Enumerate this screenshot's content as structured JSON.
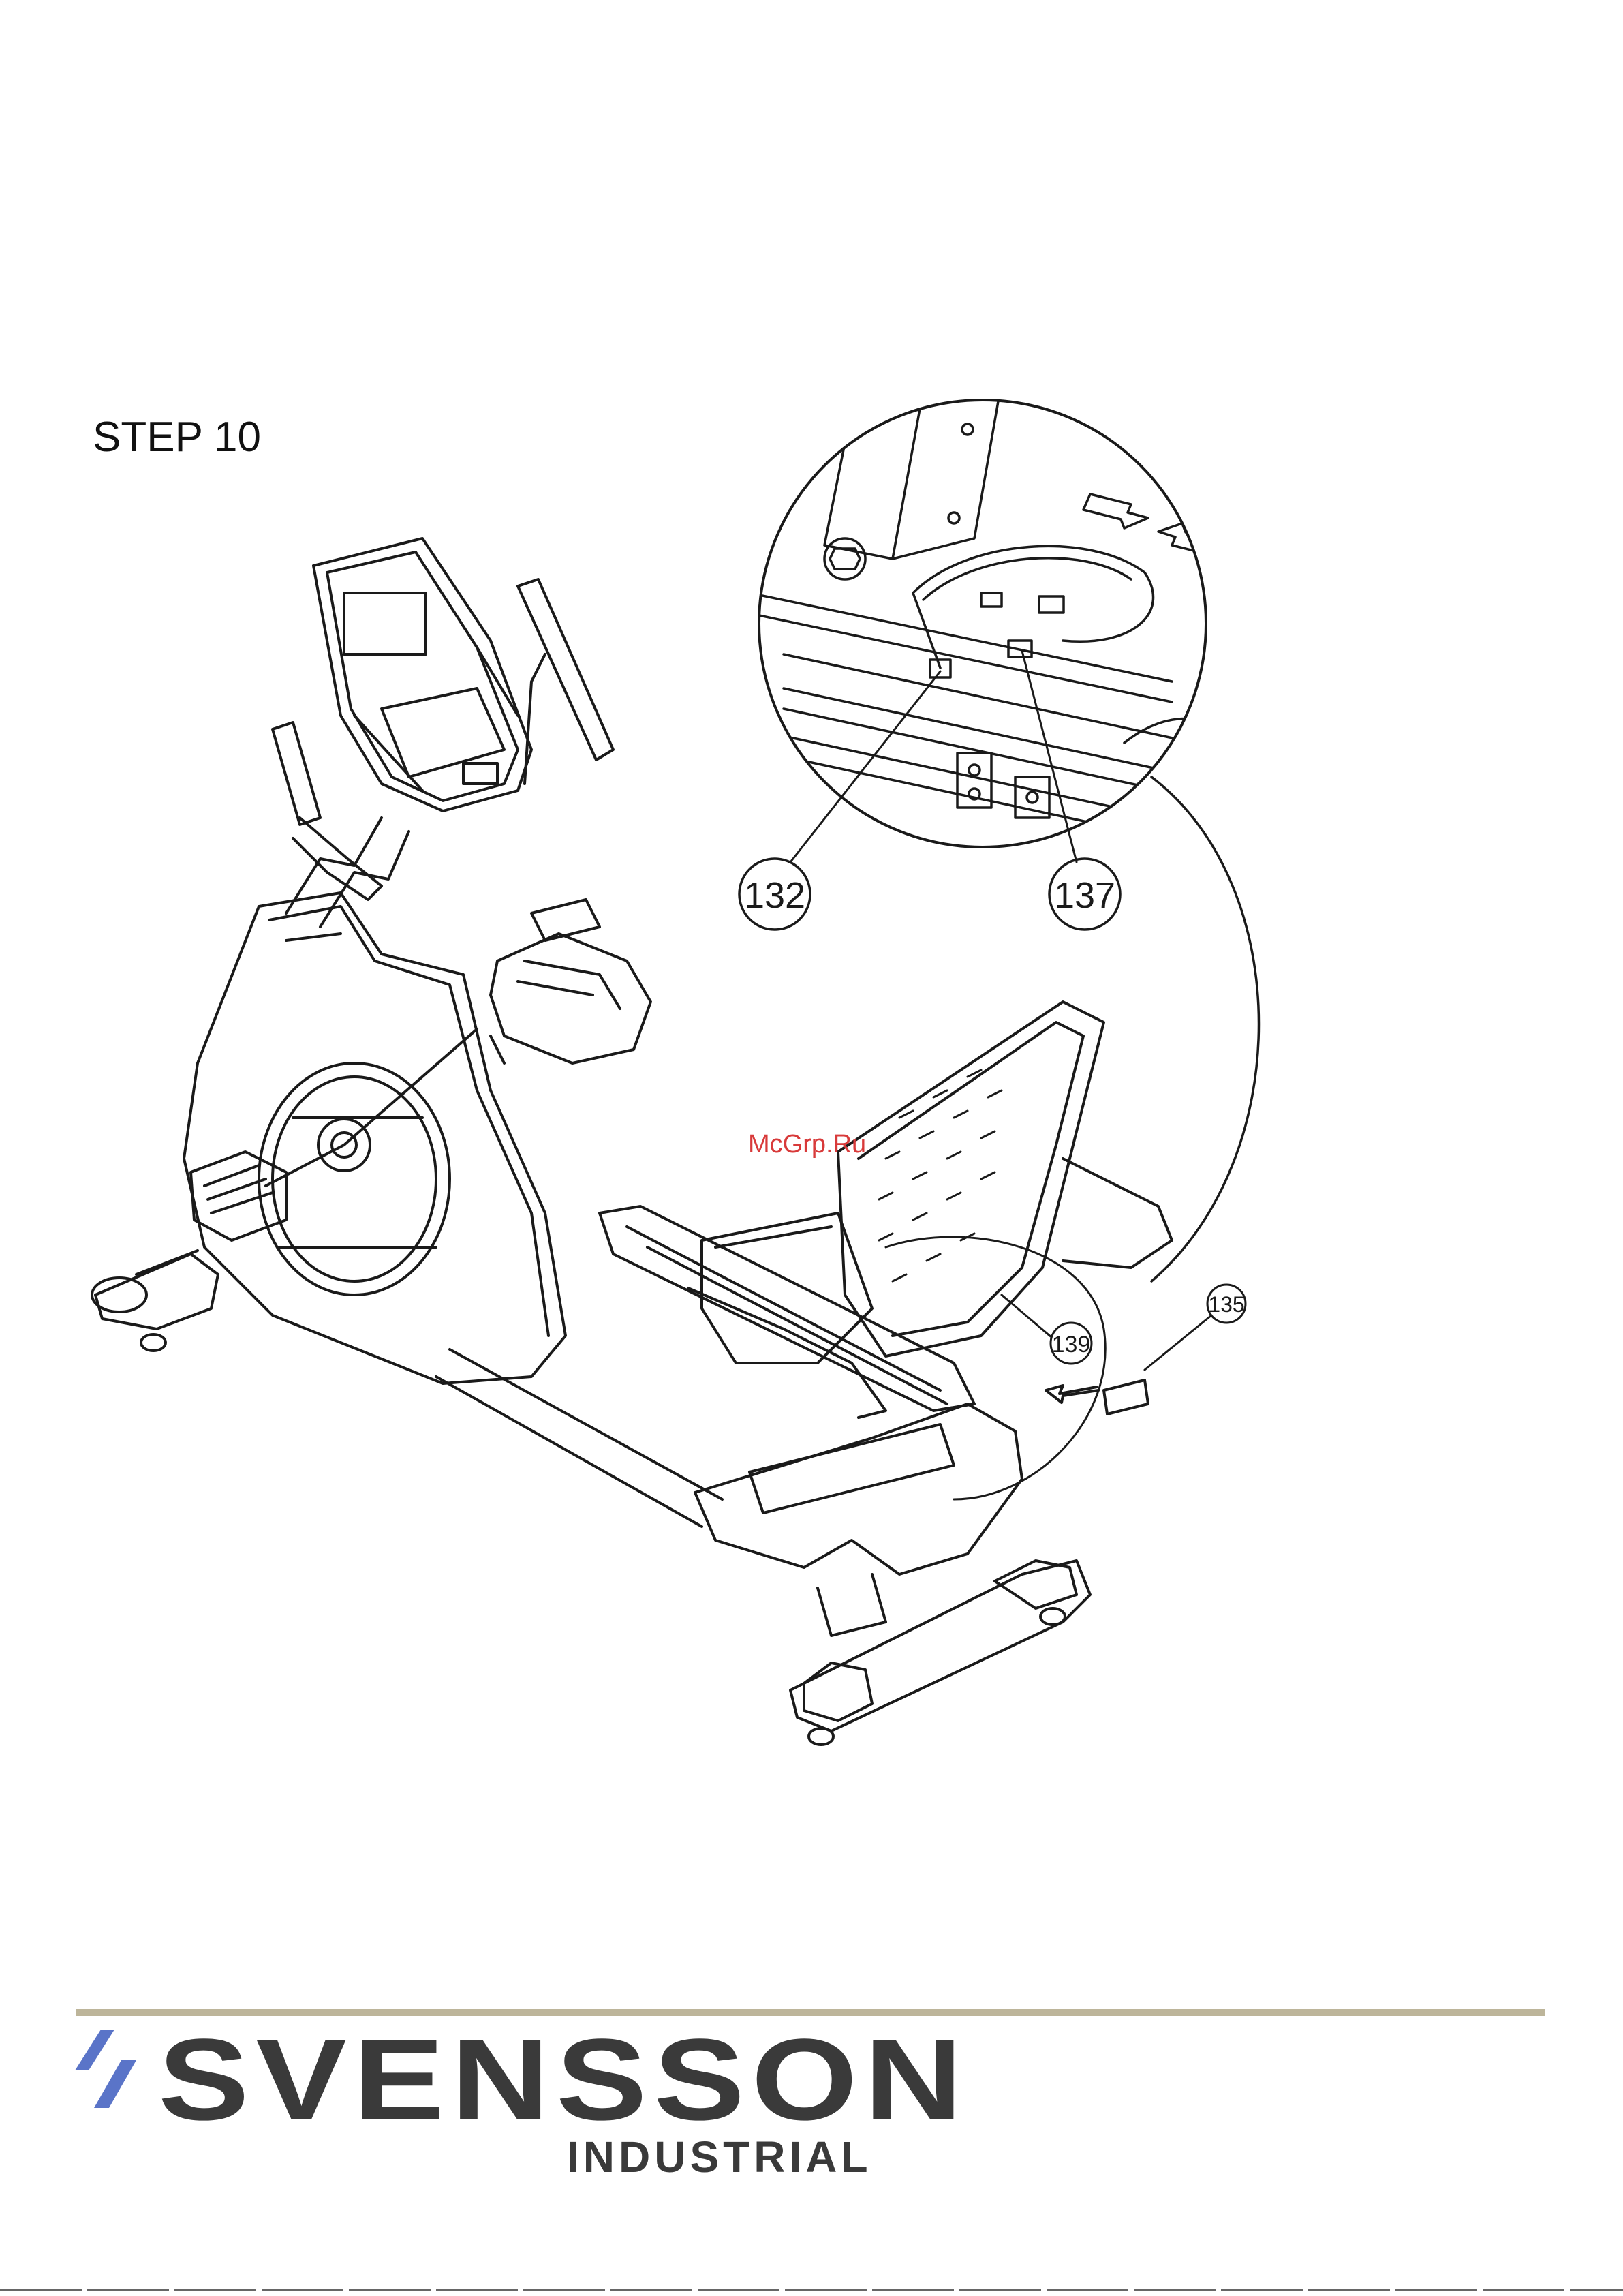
{
  "step": {
    "title": "STEP 10"
  },
  "watermark": "McGrp.Ru",
  "callouts": {
    "c132": "132",
    "c137": "137",
    "c139": "139",
    "c135": "135"
  },
  "brand": {
    "name": "SVENSSON",
    "sub": "INDUSTRIAL",
    "accent_color": "#5a74c8",
    "text_color": "#3a3a3a",
    "rule_color": "#bdb59a"
  },
  "icons": {
    "logo": "slash-logo-icon",
    "diagram": "recumbent-bike-assembly-diagram"
  }
}
